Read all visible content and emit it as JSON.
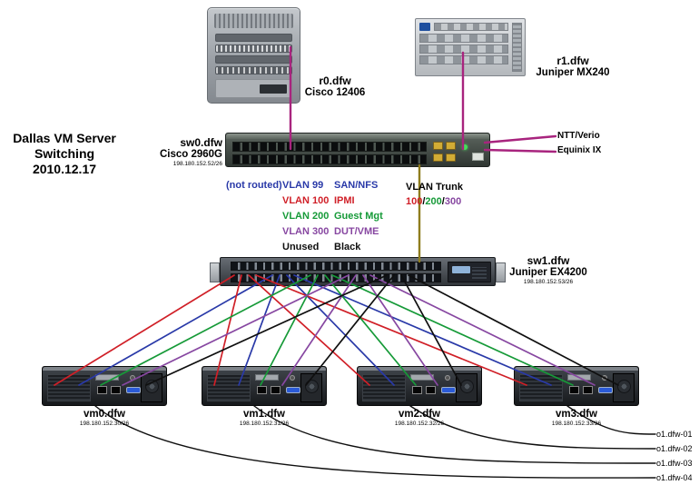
{
  "title": {
    "l1": "Dallas VM Server",
    "l2": "Switching",
    "l3": "2010.12.17"
  },
  "devices": {
    "r0": {
      "name": "r0.dfw",
      "model": "Cisco 12406"
    },
    "r1": {
      "name": "r1.dfw",
      "model": "Juniper MX240"
    },
    "sw0": {
      "name": "sw0.dfw",
      "model": "Cisco 2960G",
      "ip": "198.180.152.52/26"
    },
    "sw1": {
      "name": "sw1.dfw",
      "model": "Juniper EX4200",
      "ip": "198.180.152.53/26"
    },
    "servers": [
      {
        "name": "vm0.dfw",
        "ip": "198.180.152.30/26"
      },
      {
        "name": "vm1.dfw",
        "ip": "198.180.152.31/26"
      },
      {
        "name": "vm2.dfw",
        "ip": "198.180.152.32/26"
      },
      {
        "name": "vm3.dfw",
        "ip": "198.180.152.33/26"
      }
    ]
  },
  "uplinks": [
    "NTT/Verio",
    "Equinix IX"
  ],
  "legend": {
    "not_routed": "(not routed)",
    "rows": [
      {
        "vlan": "VLAN 99",
        "desc": "SAN/NFS"
      },
      {
        "vlan": "VLAN 100",
        "desc": "IPMI"
      },
      {
        "vlan": "VLAN 200",
        "desc": "Guest Mgt"
      },
      {
        "vlan": "VLAN 300",
        "desc": "DUT/VME"
      },
      {
        "vlan": "Unused",
        "desc": "Black"
      }
    ]
  },
  "trunk": {
    "title": "VLAN Trunk",
    "parts": [
      "100",
      "200",
      "300"
    ],
    "sep": "/"
  },
  "external": [
    "o1.dfw-01",
    "o1.dfw-02",
    "o1.dfw-03",
    "o1.dfw-04"
  ],
  "colors": {
    "blue": "#2939a8",
    "red": "#d01f27",
    "green": "#169a38",
    "purple": "#8747a1",
    "black": "#0f0f0f",
    "magenta": "#a8247e",
    "olive": "#8f7d1e"
  }
}
